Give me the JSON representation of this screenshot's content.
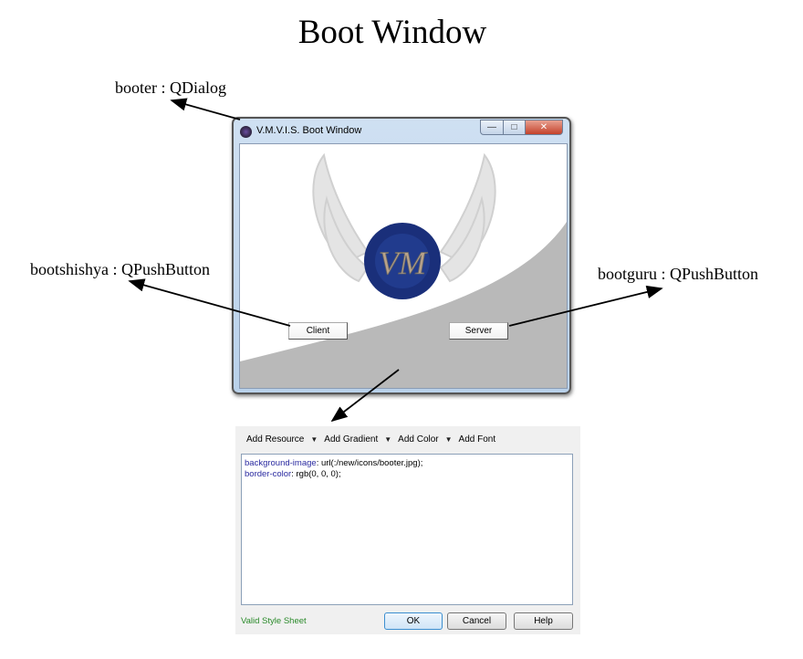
{
  "title": "Boot Window",
  "annotations": {
    "booter": "booter : QDialog",
    "bootshishya": "bootshishya : QPushButton",
    "bootguru": "bootguru : QPushButton"
  },
  "window": {
    "title": "V.M.V.I.S. Boot Window",
    "logo_text": "VM",
    "client_button": "Client",
    "server_button": "Server",
    "controls": {
      "minimize": "—",
      "maximize": "□",
      "close": "✕"
    }
  },
  "style_editor": {
    "toolbar": [
      "Add Resource",
      "Add Gradient",
      "Add Color",
      "Add Font"
    ],
    "code": [
      {
        "prop": "background-image",
        "value": " url(:/new/icons/booter.jpg);"
      },
      {
        "prop": "border-color",
        "value": " rgb(0, 0, 0);"
      }
    ],
    "status": "Valid Style Sheet",
    "status_color": "#2a8a2a",
    "buttons": {
      "ok": "OK",
      "cancel": "Cancel",
      "help": "Help"
    }
  }
}
